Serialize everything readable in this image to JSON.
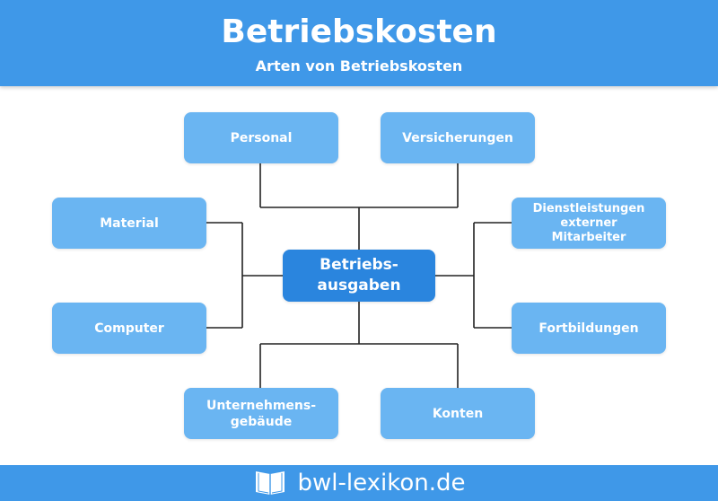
{
  "header": {
    "title": "Betriebskosten",
    "subtitle": "Arten von Betriebskosten"
  },
  "diagram": {
    "center": {
      "line1": "Betriebs-",
      "line2": "ausgaben"
    },
    "nodes": {
      "personal": "Personal",
      "versicherungen": "Versicherungen",
      "material": "Material",
      "dienstleistungen": {
        "line1": "Dienstleistungen",
        "line2": "externer",
        "line3": "Mitarbeiter"
      },
      "computer": "Computer",
      "fortbildungen": "Fortbildungen",
      "unternehmensgebaeude": {
        "line1": "Unternehmens-",
        "line2": "gebäude"
      },
      "konten": "Konten"
    }
  },
  "footer": {
    "brand": "bwl-lexikon.de",
    "icon": "book-icon"
  },
  "colors": {
    "header": "#3f98e8",
    "node": "#6ab5f2",
    "center_node": "#2a85de",
    "connector": "#222222"
  }
}
